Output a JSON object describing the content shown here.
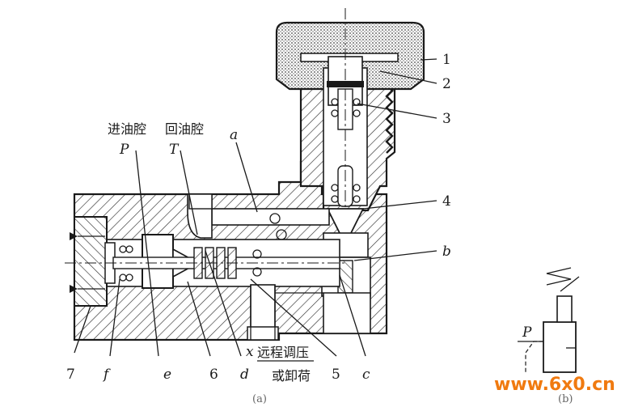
{
  "labels": {
    "n1": "1",
    "n2": "2",
    "n3": "3",
    "n4": "4",
    "b": "b",
    "a": "a",
    "inlet": "进油腔",
    "outlet": "回油腔",
    "P": "P",
    "T": "T",
    "n7": "7",
    "f": "f",
    "e": "e",
    "n6": "6",
    "d": "d",
    "x": "x",
    "remote": "远程调压",
    "unload": "或卸荷",
    "n5": "5",
    "c": "c",
    "P_symbol": "P"
  },
  "captions": {
    "left": "(a)",
    "right": "(b)"
  },
  "watermark": "www.6x0.cn",
  "colors": {
    "watermark": "#f07a10",
    "ink": "#1a1a1a"
  }
}
